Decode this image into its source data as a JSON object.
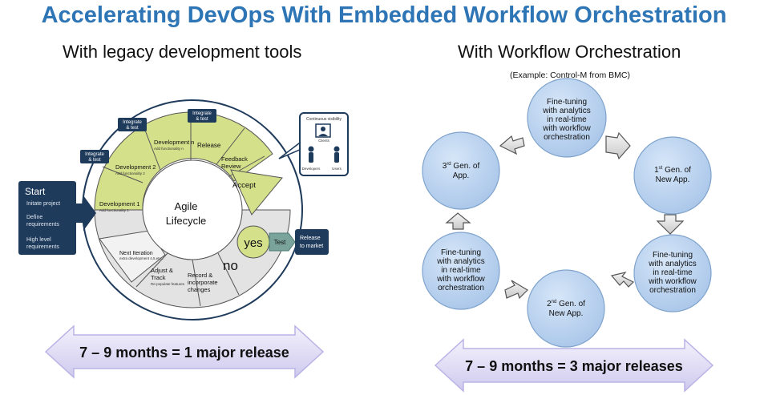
{
  "title": "Accelerating DevOps With Embedded Workflow Orchestration",
  "left": {
    "heading": "With legacy development tools",
    "start": {
      "title": "Start",
      "items": [
        "Initate project",
        "Define requirements",
        "High level requirements"
      ]
    },
    "center_label": "Agile Lifecycle",
    "segments": {
      "dev1": {
        "title": "Development 1",
        "sub": "Add functionality 1"
      },
      "dev2": {
        "title": "Development 2",
        "sub": "Add functionality 2"
      },
      "devn": {
        "title": "Development n",
        "sub": "Add functionality n"
      },
      "release": "Release",
      "feedback": "Feedback Review",
      "accept": "Accept",
      "record": "Record & incorporate changes",
      "adjust": {
        "title": "Adjust & Track",
        "sub": "Re-populate features"
      },
      "next": {
        "title": "Next Iteration",
        "sub": "extra development 4,5,etc..."
      },
      "no": "no",
      "yes": "yes",
      "test": "Test"
    },
    "integrate_tags": [
      "Integrate & test",
      "Integrate & test",
      "Integrate & test"
    ],
    "release_to_market": "Release to market",
    "visibility": {
      "title": "Continuous visibility",
      "clients": "Clients",
      "developers": "Developers",
      "users": "Users"
    },
    "banner": "7 – 9 months = 1 major release"
  },
  "right": {
    "heading": "With Workflow Orchestration",
    "example": "(Example: Control-M from BMC)",
    "circles": {
      "top": "Fine-tuning with analytics in real-time with workflow orchestration",
      "gen1_num": "1",
      "gen1_sup": "st",
      "gen1_rest": "Gen. of New App.",
      "bottom_right": "Fine-tuning with analytics in real-time with workflow orchestration",
      "gen2_num": "2",
      "gen2_sup": "nd",
      "gen2_rest": "Gen. of New App.",
      "bottom_left": "Fine-tuning with analytics in real-time with workflow orchestration",
      "gen3_num": "3",
      "gen3_sup": "rd",
      "gen3_rest": "Gen. of App."
    },
    "banner": "7 – 9 months = 3 major releases"
  },
  "colors": {
    "title": "#2e75b6",
    "navy": "#1f3b5c",
    "lime": "#d4e08a",
    "grey": "#e3e3e3",
    "circle": "#bcd4ee",
    "banner": "#e1def5"
  }
}
